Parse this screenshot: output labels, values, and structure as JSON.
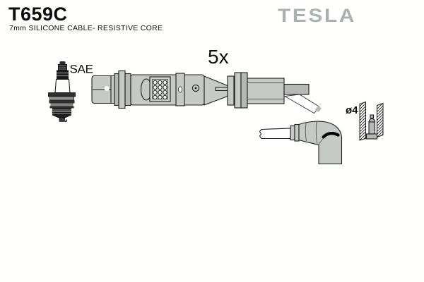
{
  "header": {
    "part_number": "T659C",
    "subtitle": "7mm SILICONE CABLE- RESISTIVE CORE",
    "brand": "TESLA"
  },
  "labels": {
    "plug_standard": "SAE",
    "quantity": "5x",
    "diameter": "ø4"
  },
  "drawing": {
    "kit_contents": "ignition cable set: coil-end connector, straight cable, 90-degree spark plug boot, spark plug reference, terminal cross-section",
    "cable_count_shown": "5x",
    "terminal_diameter_mm": "4"
  },
  "colors": {
    "background": "#fffffe",
    "part_fill": "#c6cac7",
    "part_fill_dark": "#b5b9b6",
    "outline": "#1c1c1c",
    "brand_gray": "#a9b2b0"
  }
}
